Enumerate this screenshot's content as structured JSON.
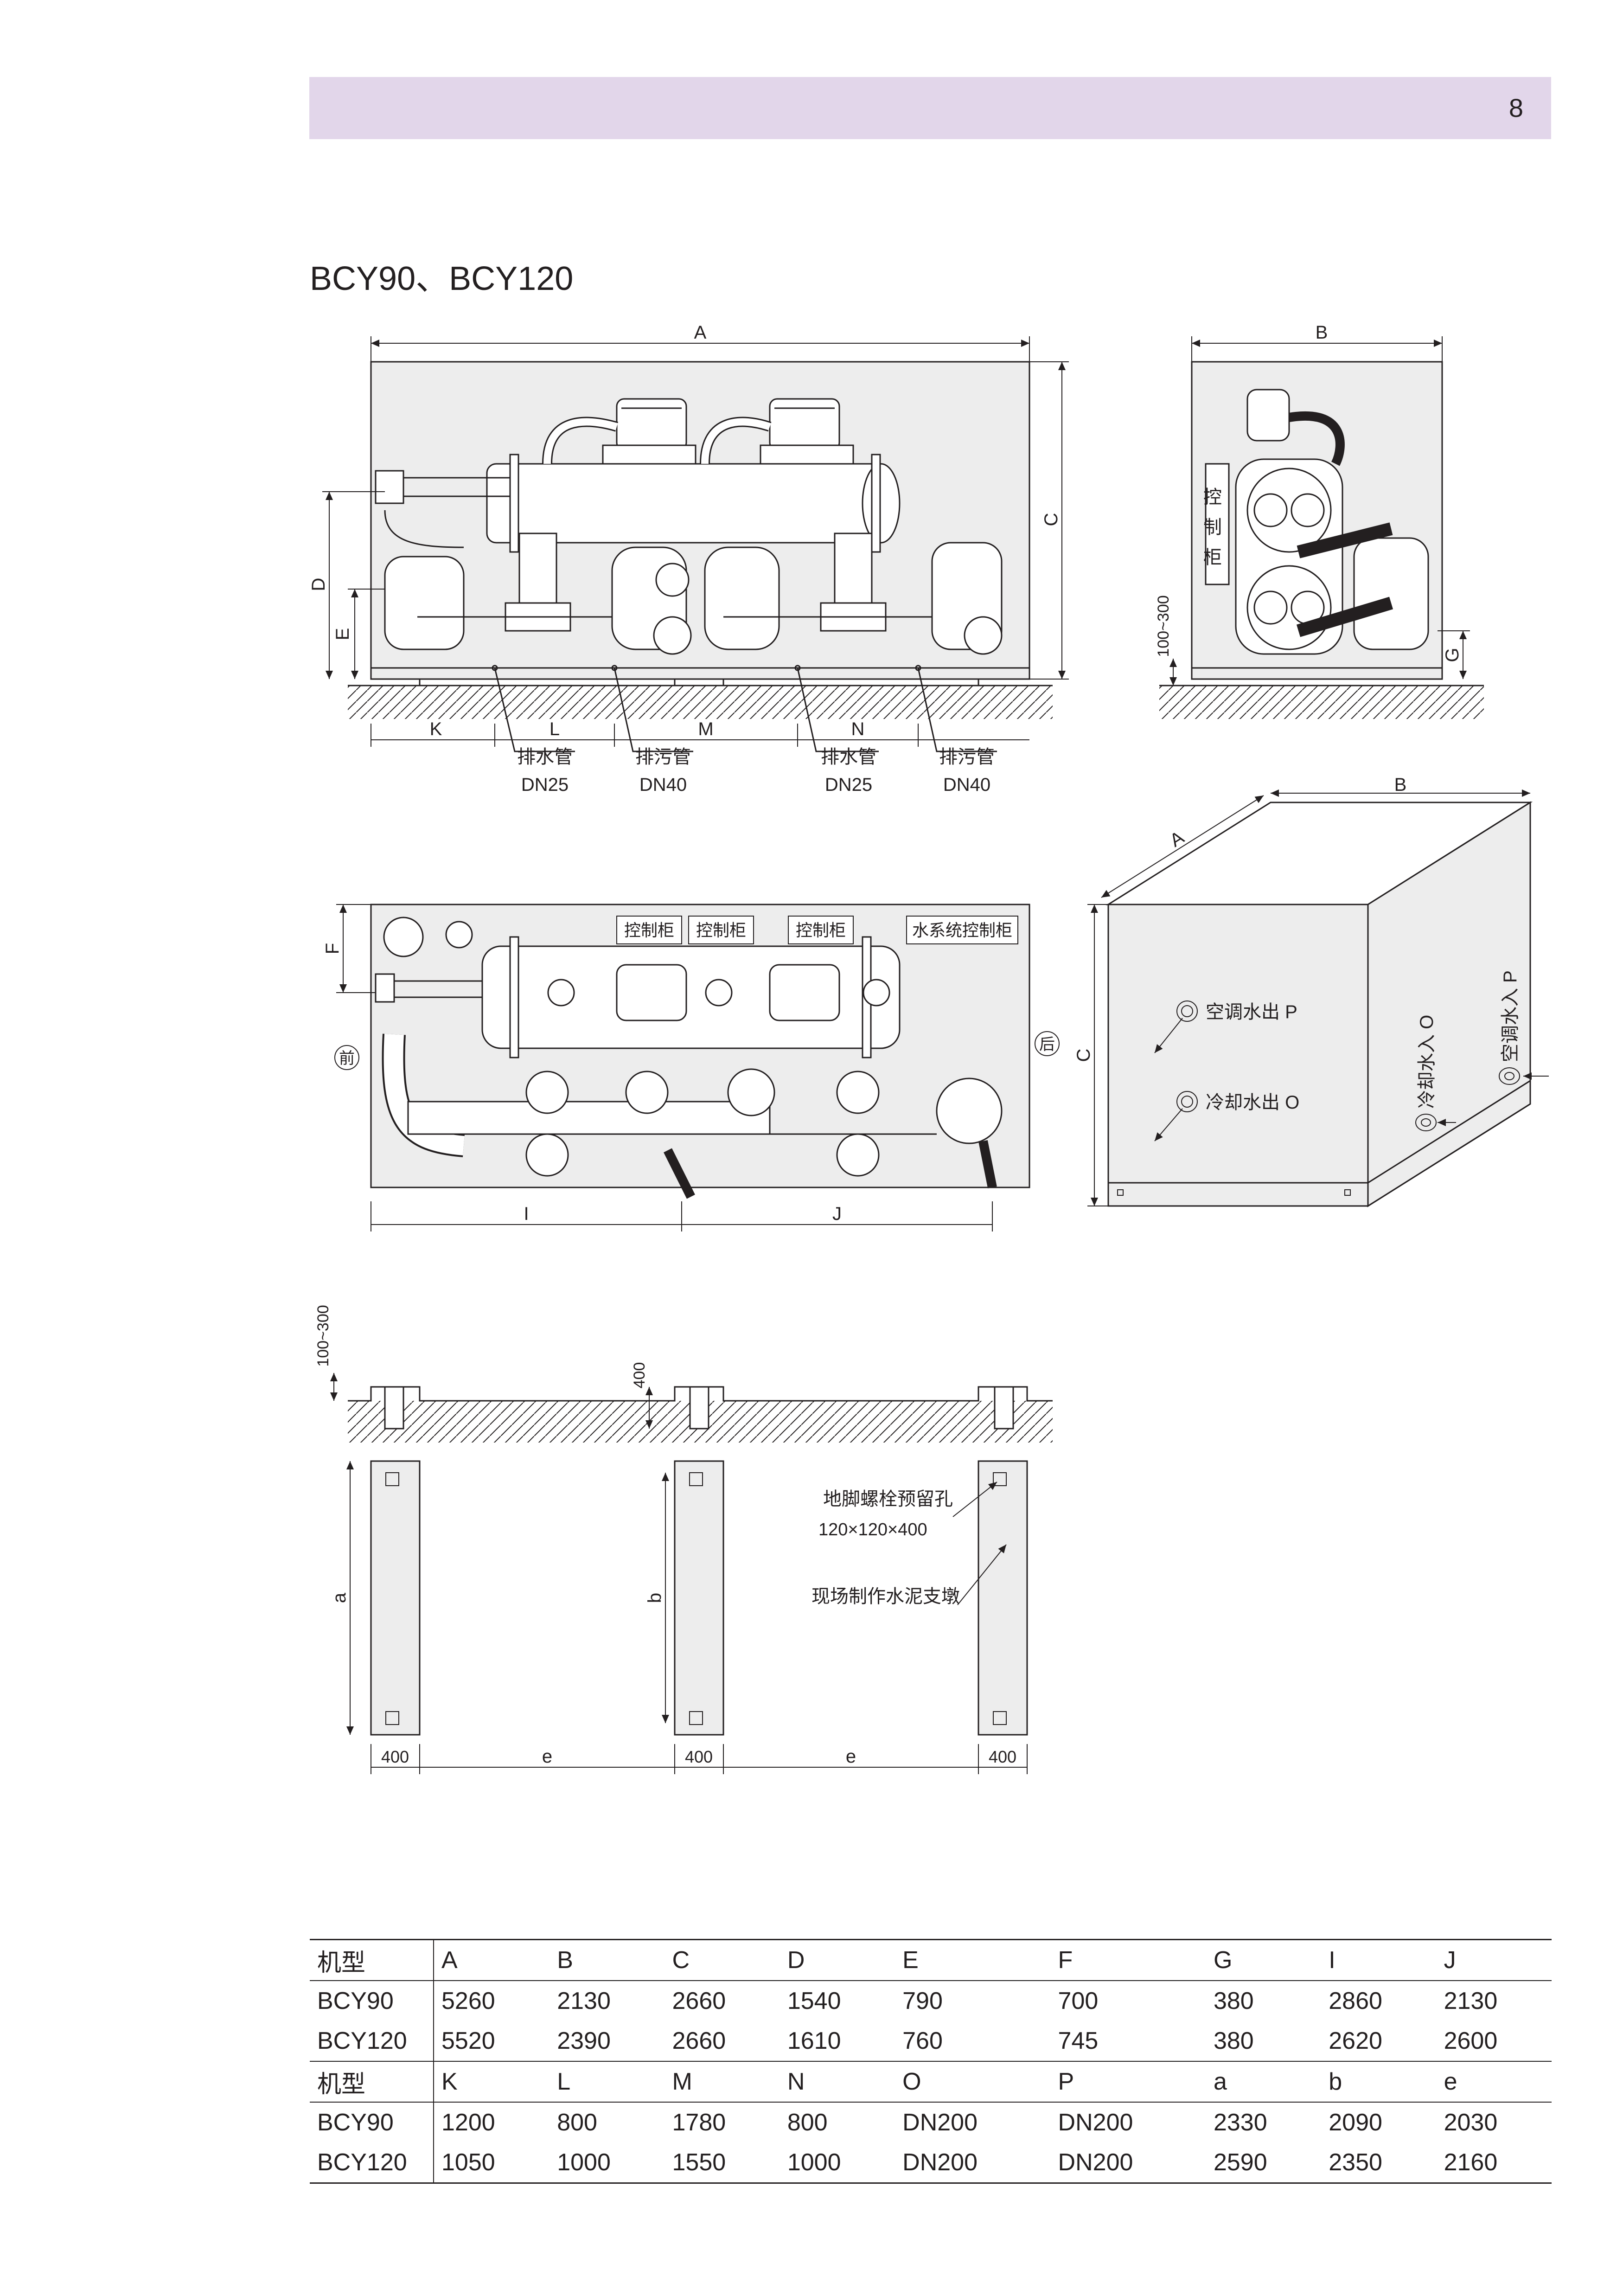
{
  "page": {
    "number": "8",
    "model_title": "BCY90、BCY120"
  },
  "labels": {
    "A": "A",
    "B": "B",
    "C": "C",
    "D": "D",
    "E": "E",
    "F": "F",
    "G": "G",
    "I": "I",
    "J": "J",
    "K": "K",
    "L": "L",
    "M": "M",
    "N": "N",
    "a": "a",
    "b": "b",
    "e": "e",
    "base_height": "100~300",
    "drain_pipe": "排水管",
    "sewage_pipe": "排污管",
    "dn25": "DN25",
    "dn40": "DN40",
    "control_cabinet": "控制柜",
    "control_cabinet_v1": "控",
    "control_cabinet_v2": "制",
    "control_cabinet_v3": "柜",
    "water_system_cabinet": "水系统控制柜",
    "front": "前",
    "rear": "后",
    "ac_water_out": "空调水出 P",
    "cooling_water_out": "冷却水出 O",
    "cooling_water_in": "冷却水入 O",
    "ac_water_in": "空调水入 P",
    "pier_height": "400",
    "pier_width": "400",
    "anchor_hole": "地脚螺栓预留孔",
    "anchor_size": "120×120×400",
    "concrete_pier": "现场制作水泥支墩"
  },
  "table": {
    "header1": [
      "机型",
      "A",
      "B",
      "C",
      "D",
      "E",
      "F",
      "G",
      "I",
      "J"
    ],
    "rows1": [
      [
        "BCY90",
        "5260",
        "2130",
        "2660",
        "1540",
        "790",
        "700",
        "380",
        "2860",
        "2130"
      ],
      [
        "BCY120",
        "5520",
        "2390",
        "2660",
        "1610",
        "760",
        "745",
        "380",
        "2620",
        "2600"
      ]
    ],
    "header2": [
      "机型",
      "K",
      "L",
      "M",
      "N",
      "O",
      "P",
      "a",
      "b",
      "e"
    ],
    "rows2": [
      [
        "BCY90",
        "1200",
        "800",
        "1780",
        "800",
        "DN200",
        "DN200",
        "2330",
        "2090",
        "2030"
      ],
      [
        "BCY120",
        "1050",
        "1000",
        "1550",
        "1000",
        "DN200",
        "DN200",
        "2590",
        "2350",
        "2160"
      ]
    ]
  }
}
